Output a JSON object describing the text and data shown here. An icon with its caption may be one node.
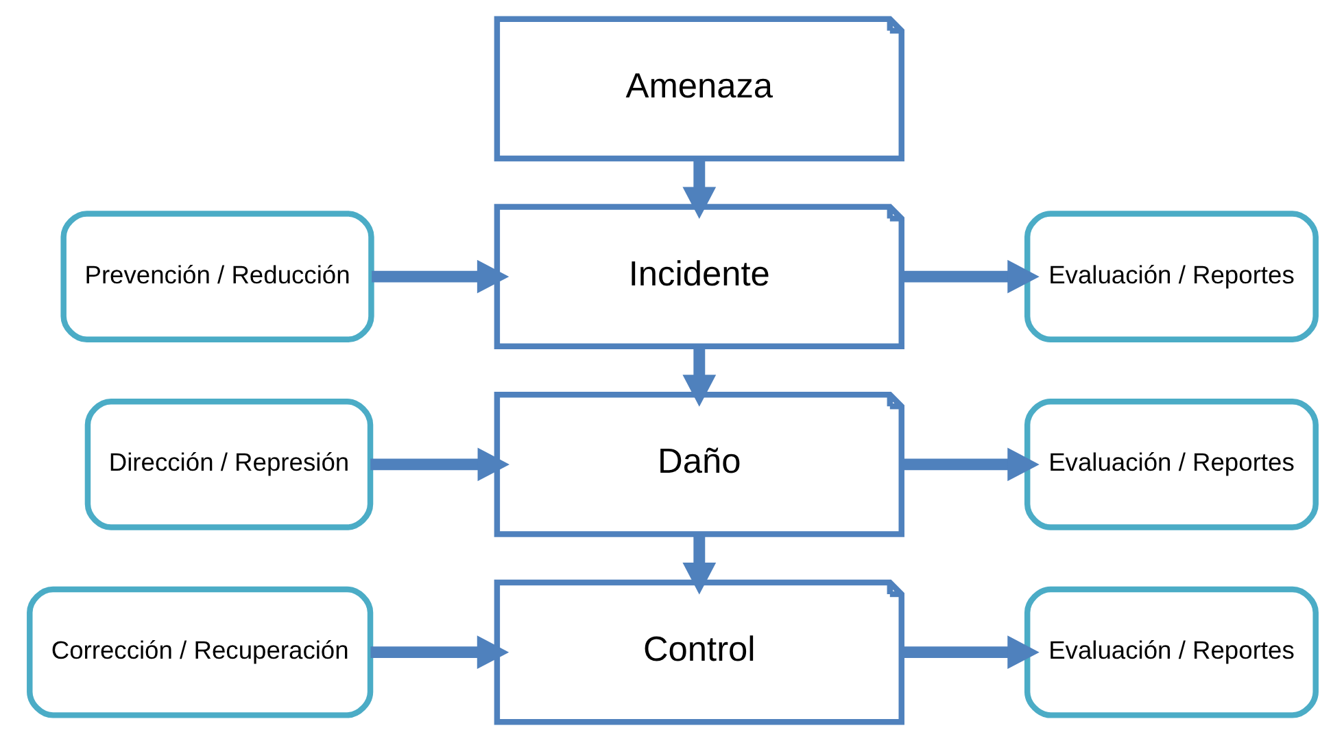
{
  "diagram": {
    "nodes": [
      {
        "text": [
          "Amenaza"
        ]
      },
      {
        "text": [
          "Prevención / Reducción"
        ]
      },
      {
        "text": [
          "Evaluación / Reportes"
        ]
      },
      {
        "text": [
          "Incidente"
        ]
      },
      {
        "text": [
          "Dirección / Represión"
        ]
      },
      {
        "text": [
          "Evaluación / Reportes"
        ]
      },
      {
        "text": [
          "Daño"
        ]
      },
      {
        "text": [
          "Corrección / Recuperación"
        ]
      },
      {
        "text": [
          "Evaluación / Reportes"
        ]
      },
      {
        "text": [
          "Control"
        ]
      }
    ],
    "edges": [
      {
        "from": 0,
        "to": 3,
        "arrow": "to"
      },
      {
        "from": 1,
        "to": 3,
        "arrow": "to"
      },
      {
        "from": 3,
        "to": 2,
        "arrow": "to"
      },
      {
        "from": 3,
        "to": 6,
        "arrow": "to"
      },
      {
        "from": 4,
        "to": 6,
        "arrow": "to"
      },
      {
        "from": 6,
        "to": 5,
        "arrow": "to"
      },
      {
        "from": 6,
        "to": 9,
        "arrow": "to"
      },
      {
        "from": 7,
        "to": 9,
        "arrow": "to"
      },
      {
        "from": 9,
        "to": 8,
        "arrow": "to"
      }
    ]
  }
}
